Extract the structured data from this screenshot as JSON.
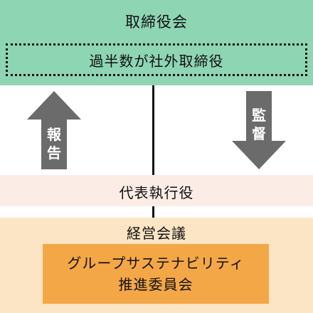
{
  "colors": {
    "board_bg": "#8ed5b4",
    "exec_bg": "#fbede6",
    "mgmt_bg": "#fbe5c4",
    "committee_bg": "#f4a747",
    "arrow": "#6b6b6b",
    "line": "#111111"
  },
  "board": {
    "title": "取締役会",
    "outside_majority": "過半数が社外取締役"
  },
  "arrows": {
    "report": "報告",
    "audit": "監督"
  },
  "executive": {
    "title": "代表執行役"
  },
  "management": {
    "title": "経営会議",
    "committee_line1": "グループサステナビリティ",
    "committee_line2": "推進委員会"
  }
}
